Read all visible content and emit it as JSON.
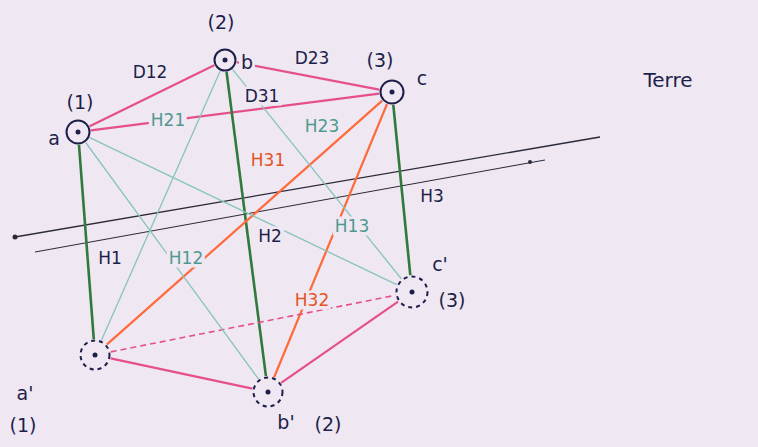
{
  "diagram": {
    "nodes": [
      {
        "text": [
          "a",
          "(1)"
        ]
      },
      {
        "text": [
          "(2)",
          "b"
        ]
      },
      {
        "text": [
          "(3)",
          "c"
        ]
      },
      {
        "text": [
          "a'",
          "(1)"
        ]
      },
      {
        "text": [
          "b'",
          "(2)"
        ]
      },
      {
        "text": [
          "c'",
          "(3)"
        ]
      }
    ],
    "edges": [
      {
        "from": 0,
        "to": 1,
        "arrow": "none",
        "label": "D12"
      },
      {
        "from": 1,
        "to": 2,
        "arrow": "none",
        "label": "D23"
      },
      {
        "from": 0,
        "to": 2,
        "arrow": "none",
        "label": "D31"
      },
      {
        "from": 0,
        "to": 3,
        "arrow": "none",
        "label": "H1"
      },
      {
        "from": 1,
        "to": 4,
        "arrow": "none",
        "label": "H2"
      },
      {
        "from": 2,
        "to": 5,
        "arrow": "none",
        "label": "H3"
      },
      {
        "from": 2,
        "to": 3,
        "arrow": "none",
        "label": "H31"
      },
      {
        "from": 2,
        "to": 4,
        "arrow": "none",
        "label": "H32"
      },
      {
        "from": 3,
        "to": 4,
        "arrow": "none"
      },
      {
        "from": 4,
        "to": 5,
        "arrow": "none"
      },
      {
        "from": 3,
        "to": 5,
        "arrow": "none"
      },
      {
        "from": 1,
        "to": 3,
        "arrow": "none",
        "label": "H21"
      },
      {
        "from": 1,
        "to": 5,
        "arrow": "none",
        "label": "H23"
      },
      {
        "from": 0,
        "to": 4,
        "arrow": "none",
        "label": "H12"
      },
      {
        "from": 0,
        "to": 5,
        "arrow": "none",
        "label": "H13"
      }
    ],
    "labels": [
      "Terre"
    ]
  }
}
